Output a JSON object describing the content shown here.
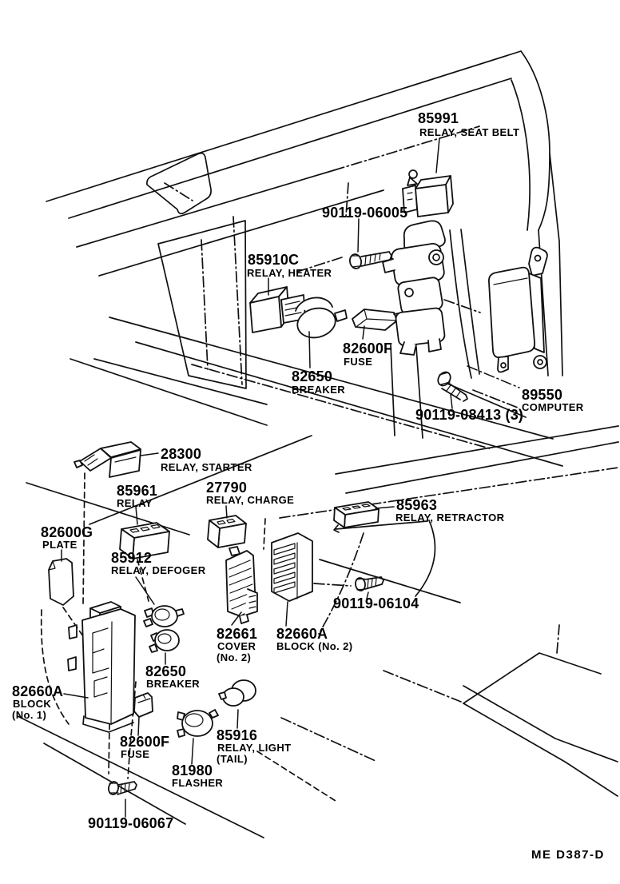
{
  "parts": {
    "relay_seat_belt": {
      "number": "85991",
      "name": "RELAY, SEAT BELT"
    },
    "screw_06005": {
      "number": "90119-06005"
    },
    "relay_heater": {
      "number": "85910C",
      "name": "RELAY, HEATER"
    },
    "fuse_upper": {
      "number": "82600F",
      "name": "FUSE"
    },
    "breaker_upper": {
      "number": "82650",
      "name": "BREAKER"
    },
    "computer": {
      "number": "89550",
      "name": "COMPUTER"
    },
    "screw_08413": {
      "number": "90119-08413 (3)"
    },
    "relay_starter": {
      "number": "28300",
      "name": "RELAY, STARTER"
    },
    "relay_85961": {
      "number": "85961",
      "name": "RELAY"
    },
    "relay_charge": {
      "number": "27790",
      "name": "RELAY, CHARGE"
    },
    "relay_retractor": {
      "number": "85963",
      "name": "RELAY, RETRACTOR"
    },
    "plate": {
      "number": "82600G",
      "name": "PLATE"
    },
    "relay_defogger": {
      "number": "85912",
      "name": "RELAY, DEFOGER"
    },
    "screw_06104": {
      "number": "90119-06104"
    },
    "cover_no2": {
      "number": "82661",
      "name": "COVER",
      "name2": "(No. 2)"
    },
    "block_no2": {
      "number": "82660A",
      "name": "BLOCK (No. 2)"
    },
    "breaker_lower": {
      "number": "82650",
      "name": "BREAKER"
    },
    "block_no1": {
      "number": "82660A",
      "name": "BLOCK",
      "name2": "(No. 1)"
    },
    "fuse_lower": {
      "number": "82600F",
      "name": "FUSE"
    },
    "relay_tail_light": {
      "number": "85916",
      "name": "RELAY, LIGHT",
      "name2": "(TAIL)"
    },
    "flasher": {
      "number": "81980",
      "name": "FLASHER"
    },
    "screw_06067": {
      "number": "90119-06067"
    }
  },
  "footer": {
    "drawing_code": "ME D387-D"
  }
}
